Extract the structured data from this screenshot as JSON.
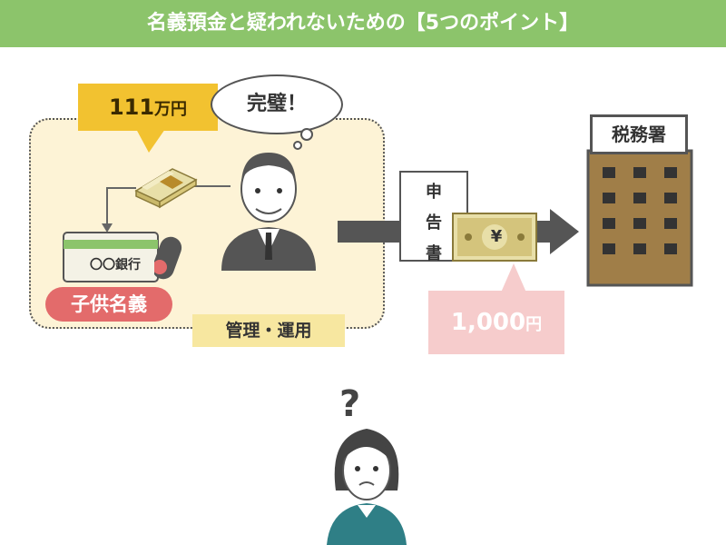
{
  "header": {
    "title": "名義預金と疑われないための【5つのポイント】"
  },
  "callouts": {
    "amount_number": "111",
    "amount_unit": "万円",
    "speech": "完璧！",
    "fee_number": "1,000",
    "fee_unit": "円"
  },
  "labels": {
    "child_account": "子供名義",
    "management": "管理・運用",
    "bank": "〇〇銀行",
    "declaration": [
      "申",
      "告",
      "書"
    ],
    "tax_office": "税務署",
    "currency_symbol": "¥"
  },
  "colors": {
    "header_bg": "#8cc46b",
    "amount_bg": "#f2c230",
    "fee_bg": "#f6cccc",
    "pill_bg": "#e36b6b",
    "area_bg": "#fdf3d6"
  }
}
